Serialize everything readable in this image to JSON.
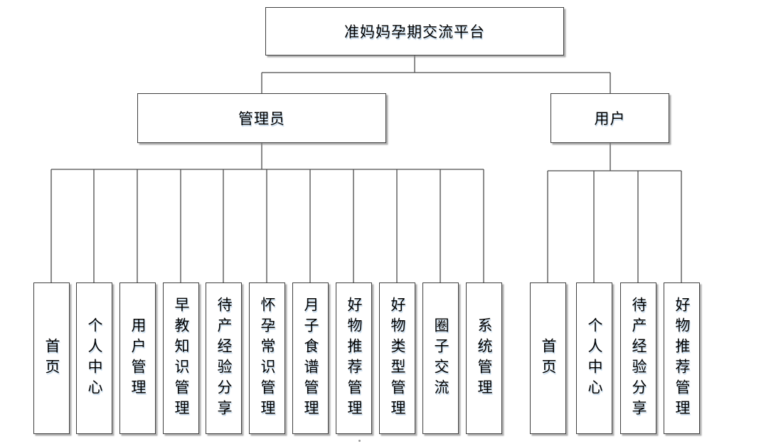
{
  "diagram": {
    "title": "准妈妈孕期交流平台",
    "branches": {
      "admin": {
        "label": "管理员",
        "children": [
          "首页",
          "个人中心",
          "用户管理",
          "早教知识管理",
          "待产经验分享",
          "怀孕常识管理",
          "月子食谱管理",
          "好物推荐管理",
          "好物类型管理",
          "圈子交流",
          "系统管理"
        ]
      },
      "user": {
        "label": "用户",
        "children": [
          "首页",
          "个人中心",
          "待产经验分享",
          "好物推荐管理"
        ]
      }
    },
    "colors": {
      "background": "#ffffff",
      "box_fill": "#ffffff",
      "box_border": "#3f3f3f",
      "connector_line": "#4a4a4a",
      "box_shadow": "#828282",
      "text": "#000000"
    }
  }
}
